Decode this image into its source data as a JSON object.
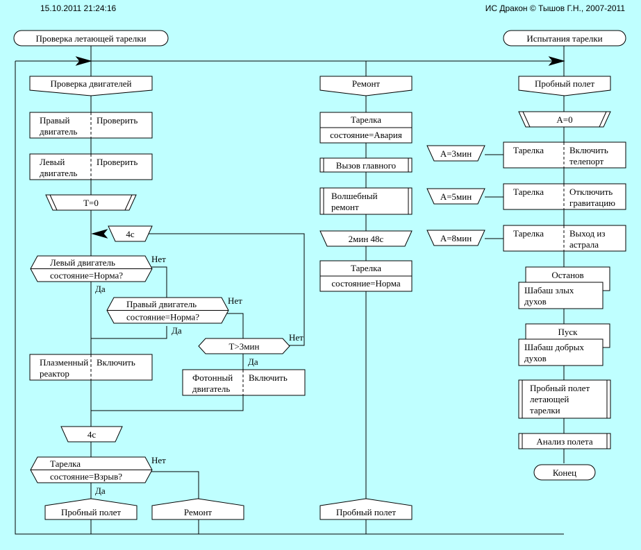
{
  "header": {
    "timestamp": "15.10.2011 21:24:16",
    "copyright": "ИС Дракон © Тышов Г.Н., 2007-2011"
  },
  "colors": {
    "background": "#BFFFFF",
    "shape_fill": "#FFFFFF",
    "stroke": "#000000"
  },
  "diagram": {
    "left_title": "Проверка летающей тарелки",
    "right_title": "Испытания тарелки",
    "branches": {
      "check_engines": "Проверка двигателей",
      "repair": "Ремонт",
      "test_flight": "Пробный полет"
    },
    "check": {
      "right_engine": [
        "Правый",
        "двигатель"
      ],
      "right_engine_action": "Проверить",
      "left_engine": [
        "Левый",
        "двигатель"
      ],
      "left_engine_action": "Проверить",
      "timer_start": "T=0",
      "pause_loop": "4с",
      "q_left": [
        "Левый двигатель",
        "состояние=Норма?"
      ],
      "q_right": [
        "Правый двигатель",
        "состояние=Норма?"
      ],
      "q_time": "T>3мин",
      "plasma": [
        "Плазменный",
        "реактор"
      ],
      "plasma_action": "Включить",
      "photon": [
        "Фотонный",
        "двигатель"
      ],
      "photon_action": "Включить",
      "pause_final": "4с",
      "q_explode": [
        "Тарелка",
        "состояние=Взрыв?"
      ],
      "goto_test": "Пробный полет",
      "goto_repair": "Ремонт",
      "yes": "Да",
      "no": "Нет"
    },
    "repair": {
      "status_obj": "Тарелка",
      "status_crash": "состояние=Авария",
      "call_chief": "Вызов главного",
      "magic_repair": [
        "Волшебный",
        "ремонт"
      ],
      "pause": "2мин 48с",
      "status_obj2": "Тарелка",
      "status_norm": "состояние=Норма",
      "goto_test": "Пробный полет"
    },
    "test": {
      "timer": "A=0",
      "t1": "A=3мин",
      "a1_obj": "Тарелка",
      "a1_action": [
        "Включить",
        "телепорт"
      ],
      "t2": "A=5мин",
      "a2_obj": "Тарелка",
      "a2_action": [
        "Отключить",
        "гравитацию"
      ],
      "t3": "A=8мин",
      "a3_obj": "Тарелка",
      "a3_action": [
        "Выход из",
        "астрала"
      ],
      "stop": "Останов",
      "stop_proc": [
        "Шабаш злых",
        "духов"
      ],
      "start": "Пуск",
      "start_proc": [
        "Шабаш добрых",
        "духов"
      ],
      "sub_flight": [
        "Пробный полет",
        "летающей",
        "тарелки"
      ],
      "sub_analysis": "Анализ полета",
      "end": "Конец"
    }
  }
}
